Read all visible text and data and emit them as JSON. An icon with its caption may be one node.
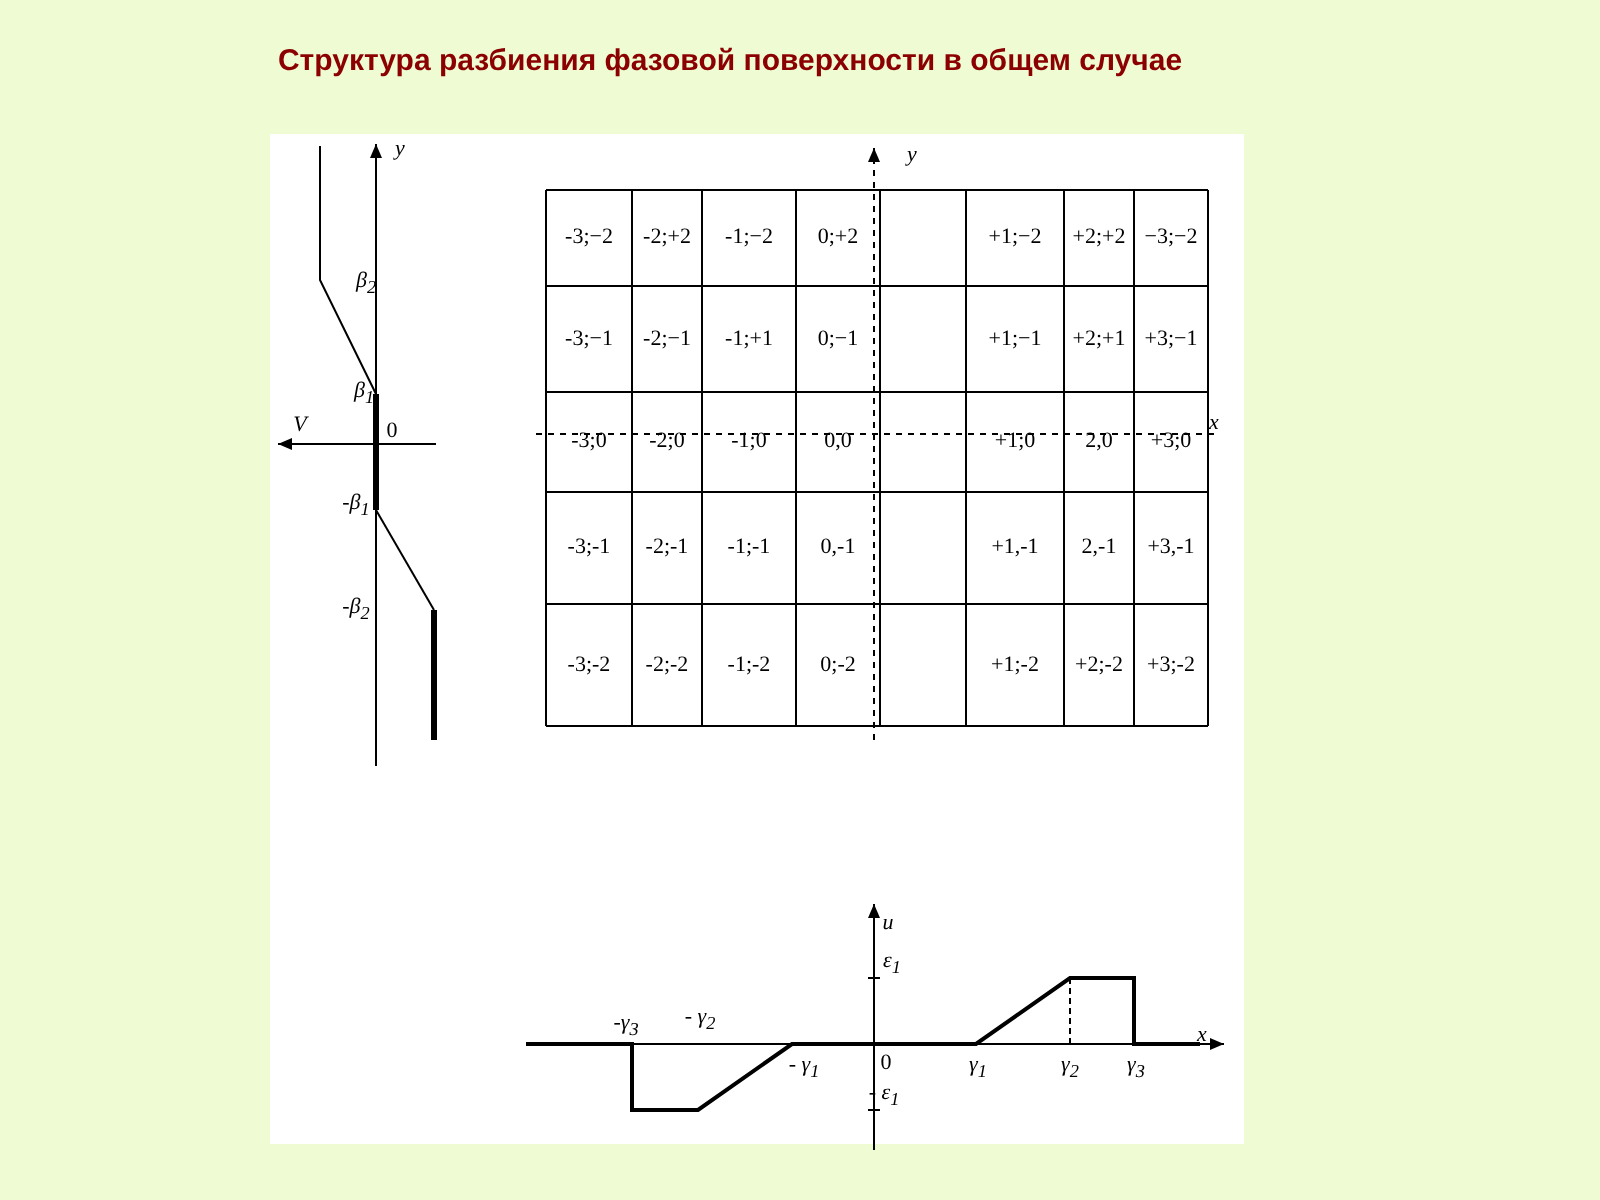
{
  "diagram": {
    "title": "Структура разбиения фазовой поверхности в общем случае",
    "labels": [
      "y",
      "β$_{2}$",
      "β$_{1}$",
      "V",
      "0",
      "-β$_{1}$",
      "-β$_{2}$",
      "y",
      "x",
      "-3;−2",
      "-2;+2",
      "-1;−2",
      "0;+2",
      "+1;−2",
      "+2;+2",
      "−3;−2",
      "-3;−1",
      "-2;−1",
      "-1;+1",
      "0;−1",
      "+1;−1",
      "+2;+1",
      "+3;−1",
      "-3;0",
      "-2;0",
      "-1;0",
      "0,0",
      "+1;0",
      "2,0",
      "+3;0",
      "-3;-1",
      "-2;-1",
      "-1;-1",
      "0,-1",
      "+1,-1",
      "2,-1",
      "+3,-1",
      "-3;-2",
      "-2;-2",
      "-1;-2",
      "0;-2",
      "+1;-2",
      "+2;-2",
      "+3;-2",
      "u",
      "ε$_{1}$",
      "-γ$_{3}$",
      "- γ$_{2}$",
      "- γ$_{1}$",
      "0",
      "γ$_{1}$",
      "γ$_{2}$",
      "γ$_{3}$",
      "x",
      "- ε$_{1}$"
    ]
  }
}
